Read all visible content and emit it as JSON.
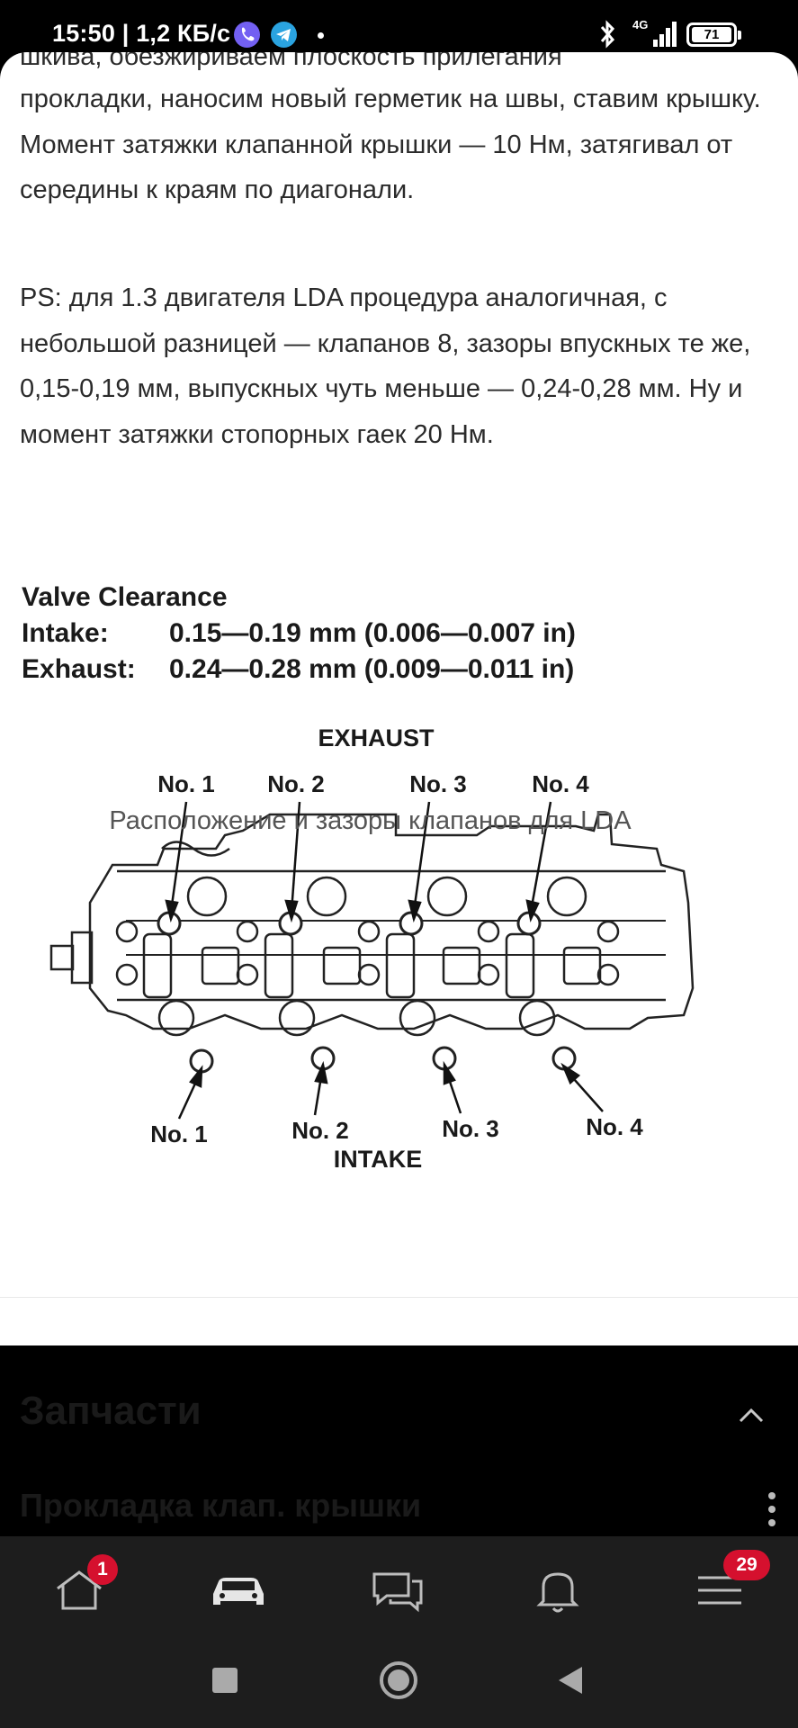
{
  "status_bar": {
    "time_speed": "15:50 | 1,2 КБ/с",
    "network": "4G",
    "battery": "71",
    "icons": [
      "viber-icon",
      "telegram-icon",
      "dot-icon",
      "bluetooth-icon",
      "signal-icon",
      "battery-icon"
    ]
  },
  "article": {
    "clipped_line": "шкива, обезжириваем плоскость прилегания",
    "paragraph_1": "прокладки, наносим новый герметик на швы, ставим крышку. Момент затяжки клапанной крышки — 10 Нм, затягивал от середины к краям по диагонали.",
    "paragraph_2": "PS: для 1.3 двигателя LDA процедура аналогичная, с небольшой разницей — клапанов 8, зазоры впускных те же, 0,15-0,19 мм, выпускных чуть меньше — 0,24-0,28 мм. Ну и момент затяжки стопорных гаек 20 Нм."
  },
  "figure": {
    "title": "Valve Clearance",
    "intake_label": "Intake:",
    "intake_value": "0.15—0.19 mm (0.006—0.007 in)",
    "exhaust_label": "Exhaust:",
    "exhaust_value": "0.24—0.28 mm (0.009—0.011 in)",
    "top_label": "EXHAUST",
    "bottom_label": "INTAKE",
    "top_numbers": [
      "No. 1",
      "No. 2",
      "No. 3",
      "No. 4"
    ],
    "bottom_numbers": [
      "No. 1",
      "No. 2",
      "No. 3",
      "No. 4"
    ],
    "caption": "Расположение и зазоры клапанов для LDA"
  },
  "parts": {
    "section_title": "Запчасти",
    "item_title": "Прокладка клап. крышки"
  },
  "bottom_nav": {
    "home_badge": "1",
    "menu_badge": "29",
    "icons": [
      "home-icon",
      "car-icon",
      "chat-icon",
      "bell-icon",
      "menu-icon"
    ]
  },
  "colors": {
    "badge": "#d5102e",
    "nav_background": "#1d1d1d",
    "viber": "#7360f2",
    "telegram": "#2aa3e0"
  }
}
